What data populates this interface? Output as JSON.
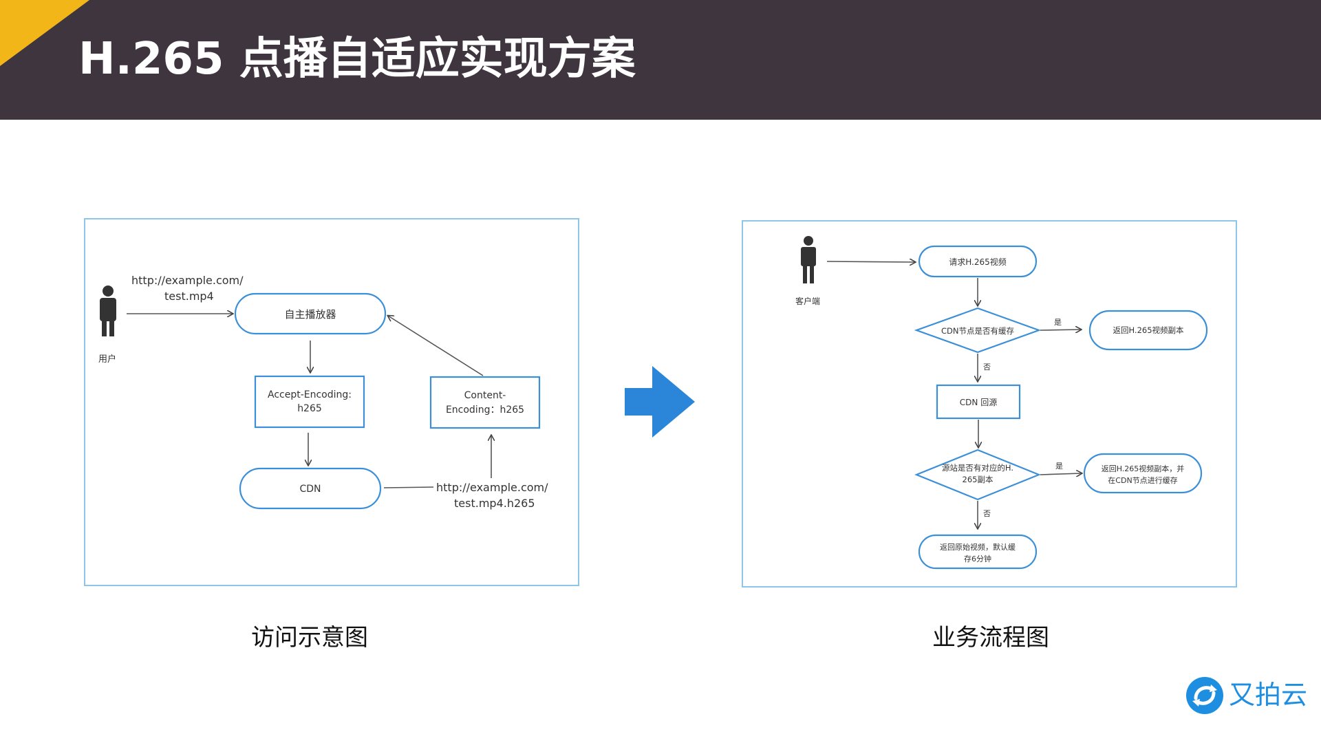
{
  "header": {
    "title": "H.265 点播自适应实现方案"
  },
  "colors": {
    "header_bg": "#3f353f",
    "corner": "#f3b619",
    "node_stroke": "#3b8fd8",
    "panel_border": "#8ec5ea",
    "arrow": "#2b86d9",
    "logo": "#1e8fe0"
  },
  "left_diagram": {
    "caption": "访问示意图",
    "user_label": "用户",
    "request_url_line1": "http://example.com/",
    "request_url_line2": "test.mp4",
    "player": "自主播放器",
    "accept_encoding_line1": "Accept-Encoding:",
    "accept_encoding_line2": "h265",
    "content_encoding_line1": "Content-",
    "content_encoding_line2": "Encoding：h265",
    "cdn": "CDN",
    "cdn_url_line1": "http://example.com/",
    "cdn_url_line2": "test.mp4.h265"
  },
  "right_diagram": {
    "caption": "业务流程图",
    "client_label": "客户端",
    "request_node": "请求H.265视频",
    "decision1": "CDN节点是否有缓存",
    "yes1": "是",
    "return_copy": "返回H.265视频副本",
    "no1": "否",
    "cdn_origin": "CDN 回源",
    "decision2_line1": "源站是否有对应的H.",
    "decision2_line2": "265副本",
    "yes2": "是",
    "return_cache_line1": "返回H.265视频副本，并",
    "return_cache_line2": "在CDN节点进行缓存",
    "no2": "否",
    "return_orig_line1": "返回原始视频，默认缓",
    "return_orig_line2": "存6分钟"
  },
  "icons": {
    "arrow": "right-arrow-icon",
    "user": "person-icon",
    "logo": "upyun-logo-icon"
  },
  "logo": {
    "text": "又拍云"
  }
}
